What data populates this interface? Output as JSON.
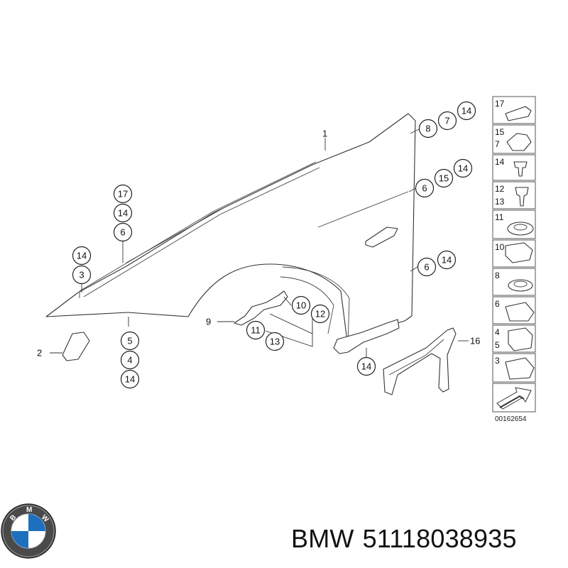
{
  "callouts": [
    {
      "n": "1"
    },
    {
      "n": "8"
    },
    {
      "n": "7"
    },
    {
      "n": "14"
    },
    {
      "n": "6"
    },
    {
      "n": "15"
    },
    {
      "n": "14"
    },
    {
      "n": "17"
    },
    {
      "n": "14"
    },
    {
      "n": "6"
    },
    {
      "n": "14"
    },
    {
      "n": "3"
    },
    {
      "n": "6"
    },
    {
      "n": "14"
    },
    {
      "n": "10"
    },
    {
      "n": "12"
    },
    {
      "n": "9"
    },
    {
      "n": "11"
    },
    {
      "n": "13"
    },
    {
      "n": "5"
    },
    {
      "n": "4"
    },
    {
      "n": "14"
    },
    {
      "n": "2"
    },
    {
      "n": "14"
    },
    {
      "n": "16"
    }
  ],
  "legend": {
    "rows": [
      [
        "17"
      ],
      [
        "15",
        "7"
      ],
      [
        "14"
      ],
      [
        "12",
        "13"
      ],
      [
        "11"
      ],
      [
        "10"
      ],
      [
        "8"
      ],
      [
        "6"
      ],
      [
        "4",
        "5"
      ],
      [
        "3"
      ]
    ],
    "diagram_code": "00162654"
  },
  "caption": {
    "brand": "BMW",
    "part_number": "51118038935"
  }
}
